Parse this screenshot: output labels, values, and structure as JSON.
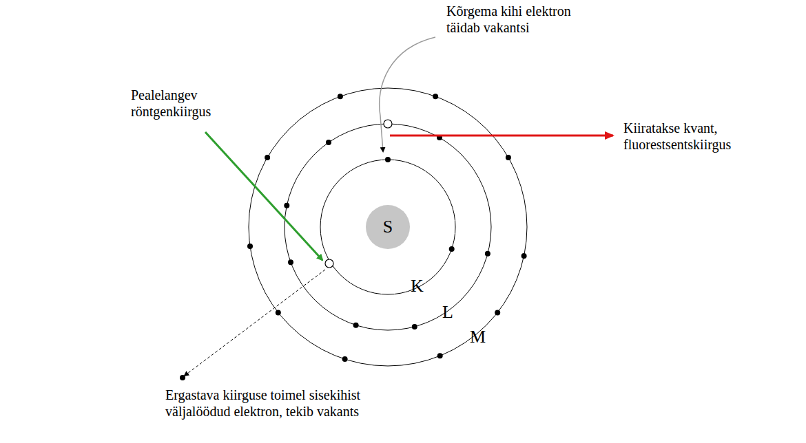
{
  "diagram": {
    "nodes": [
      {
        "text": [
          "S"
        ]
      }
    ],
    "labels": [
      "Kõrgema kihi elektron täidab vakantsi",
      "Pealelangev röntgenkiirgus",
      "Kiiratakse kvant, fluorestsentskiirgus",
      "K",
      "L",
      "M",
      "Ergastava kiirguse toimel sisekihist väljalöödud elektron, tekib vakants"
    ]
  }
}
